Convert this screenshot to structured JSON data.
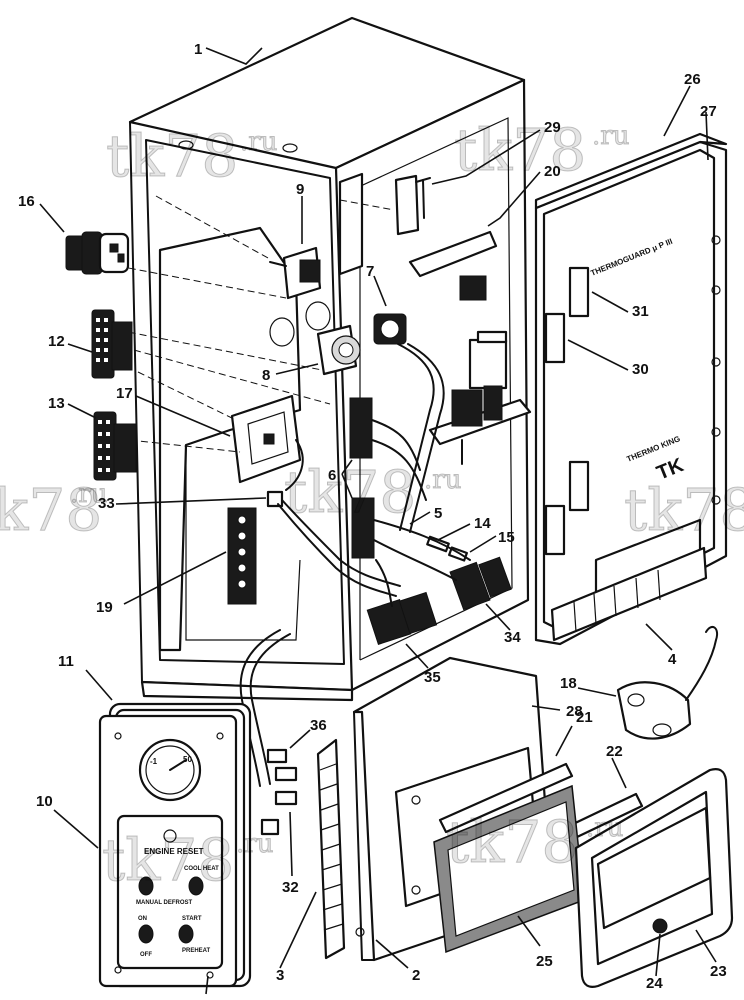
{
  "watermark": {
    "main": "tk78",
    "suffix": ".ru"
  },
  "panel_text": {
    "brand_top": "THERMOGUARD μ P III",
    "brand_bottom": "THERMO KING",
    "logo": "TK",
    "engine_reset": "ENGINE RESET",
    "manual_defrost": "MANUAL DEFROST",
    "cool_heat": "COOL HEAT",
    "on": "ON",
    "off": "OFF",
    "start": "START",
    "preheat": "PREHEAT"
  },
  "callouts": [
    "1",
    "2",
    "3",
    "4",
    "5",
    "6",
    "7",
    "8",
    "9",
    "10",
    "11",
    "12",
    "13",
    "14",
    "15",
    "16",
    "17",
    "18",
    "19",
    "20",
    "21",
    "22",
    "23",
    "24",
    "25",
    "26",
    "27",
    "28",
    "29",
    "30",
    "31",
    "32",
    "33",
    "34",
    "35",
    "36"
  ]
}
